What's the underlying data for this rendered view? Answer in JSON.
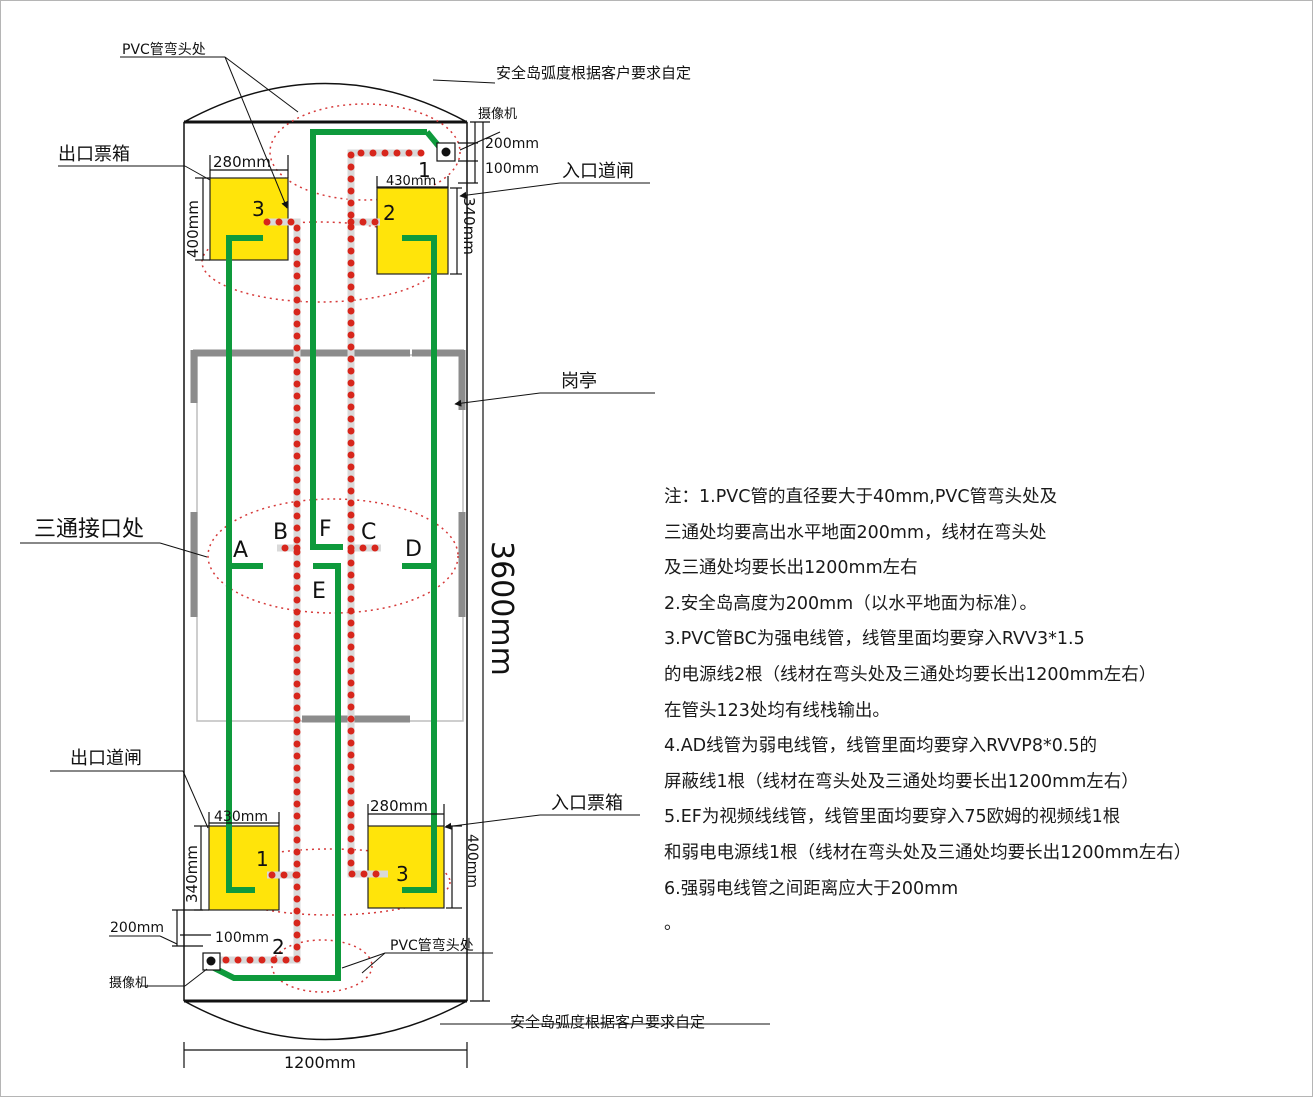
{
  "labels": {
    "pvc_bend_top": "PVC管弯头处",
    "island_arc_top": "安全岛弧度根据客户要求自定",
    "camera_top": "摄像机",
    "exit_ticket_box": "出口票箱",
    "entry_gate": "入口道闸",
    "booth": "岗亭",
    "tee_junction": "三通接口处",
    "exit_gate": "出口道闸",
    "entry_ticket_box": "入口票箱",
    "camera_bottom": "摄像机",
    "pvc_bend_bottom": "PVC管弯头处",
    "island_arc_bottom": "安全岛弧度根据客户要求自定"
  },
  "dimensions": {
    "width_280_top": "280mm",
    "height_400_top": "400mm",
    "dim_200_top": "200mm",
    "dim_100_top": "100mm",
    "width_430_top": "430mm",
    "height_340_top": "340mm",
    "total_length": "3600mm",
    "width_430_bottom": "430mm",
    "height_340_bottom": "340mm",
    "width_280_bottom": "280mm",
    "height_400_bottom": "400mm",
    "dim_200_bottom": "200mm",
    "dim_100_bottom": "100mm",
    "total_width": "1200mm"
  },
  "markers": {
    "a": "A",
    "b": "B",
    "c": "C",
    "d": "D",
    "e": "E",
    "f": "F",
    "top_1": "1",
    "top_2": "2",
    "top_3": "3",
    "bottom_1": "1",
    "bottom_2": "2",
    "bottom_3": "3"
  },
  "notes": [
    "注：1.PVC管的直径要大于40mm,PVC管弯头处及",
    "三通处均要高出水平地面200mm，线材在弯头处",
    "及三通处均要长出1200mm左右",
    "2.安全岛高度为200mm（以水平地面为标准）。",
    "3.PVC管BC为强电线管，线管里面均要穿入RVV3*1.5",
    "的电源线2根（线材在弯头处及三通处均要长出1200mm左右）",
    "在管头123处均有线栈输出。",
    "4.AD线管为弱电线管，线管里面均要穿入RVVP8*0.5的",
    "屏蔽线1根（线材在弯头处及三通处均要长出1200mm左右）",
    "5.EF为视频线线管，线管里面均要穿入75欧姆的视频线1根",
    "和弱电电源线1根（线材在弯头处及三通处均要长出1200mm左右）",
    "6.强弱电线管之间距离应大于200mm",
    "。"
  ],
  "colors": {
    "green_conduit": "#0e9a3c",
    "power_conduit_dot": "#d7261c",
    "equipment_box": "#ffe40a",
    "booth_wall": "#8c8c8c",
    "dotted_ellipse": "#d63a3a"
  }
}
